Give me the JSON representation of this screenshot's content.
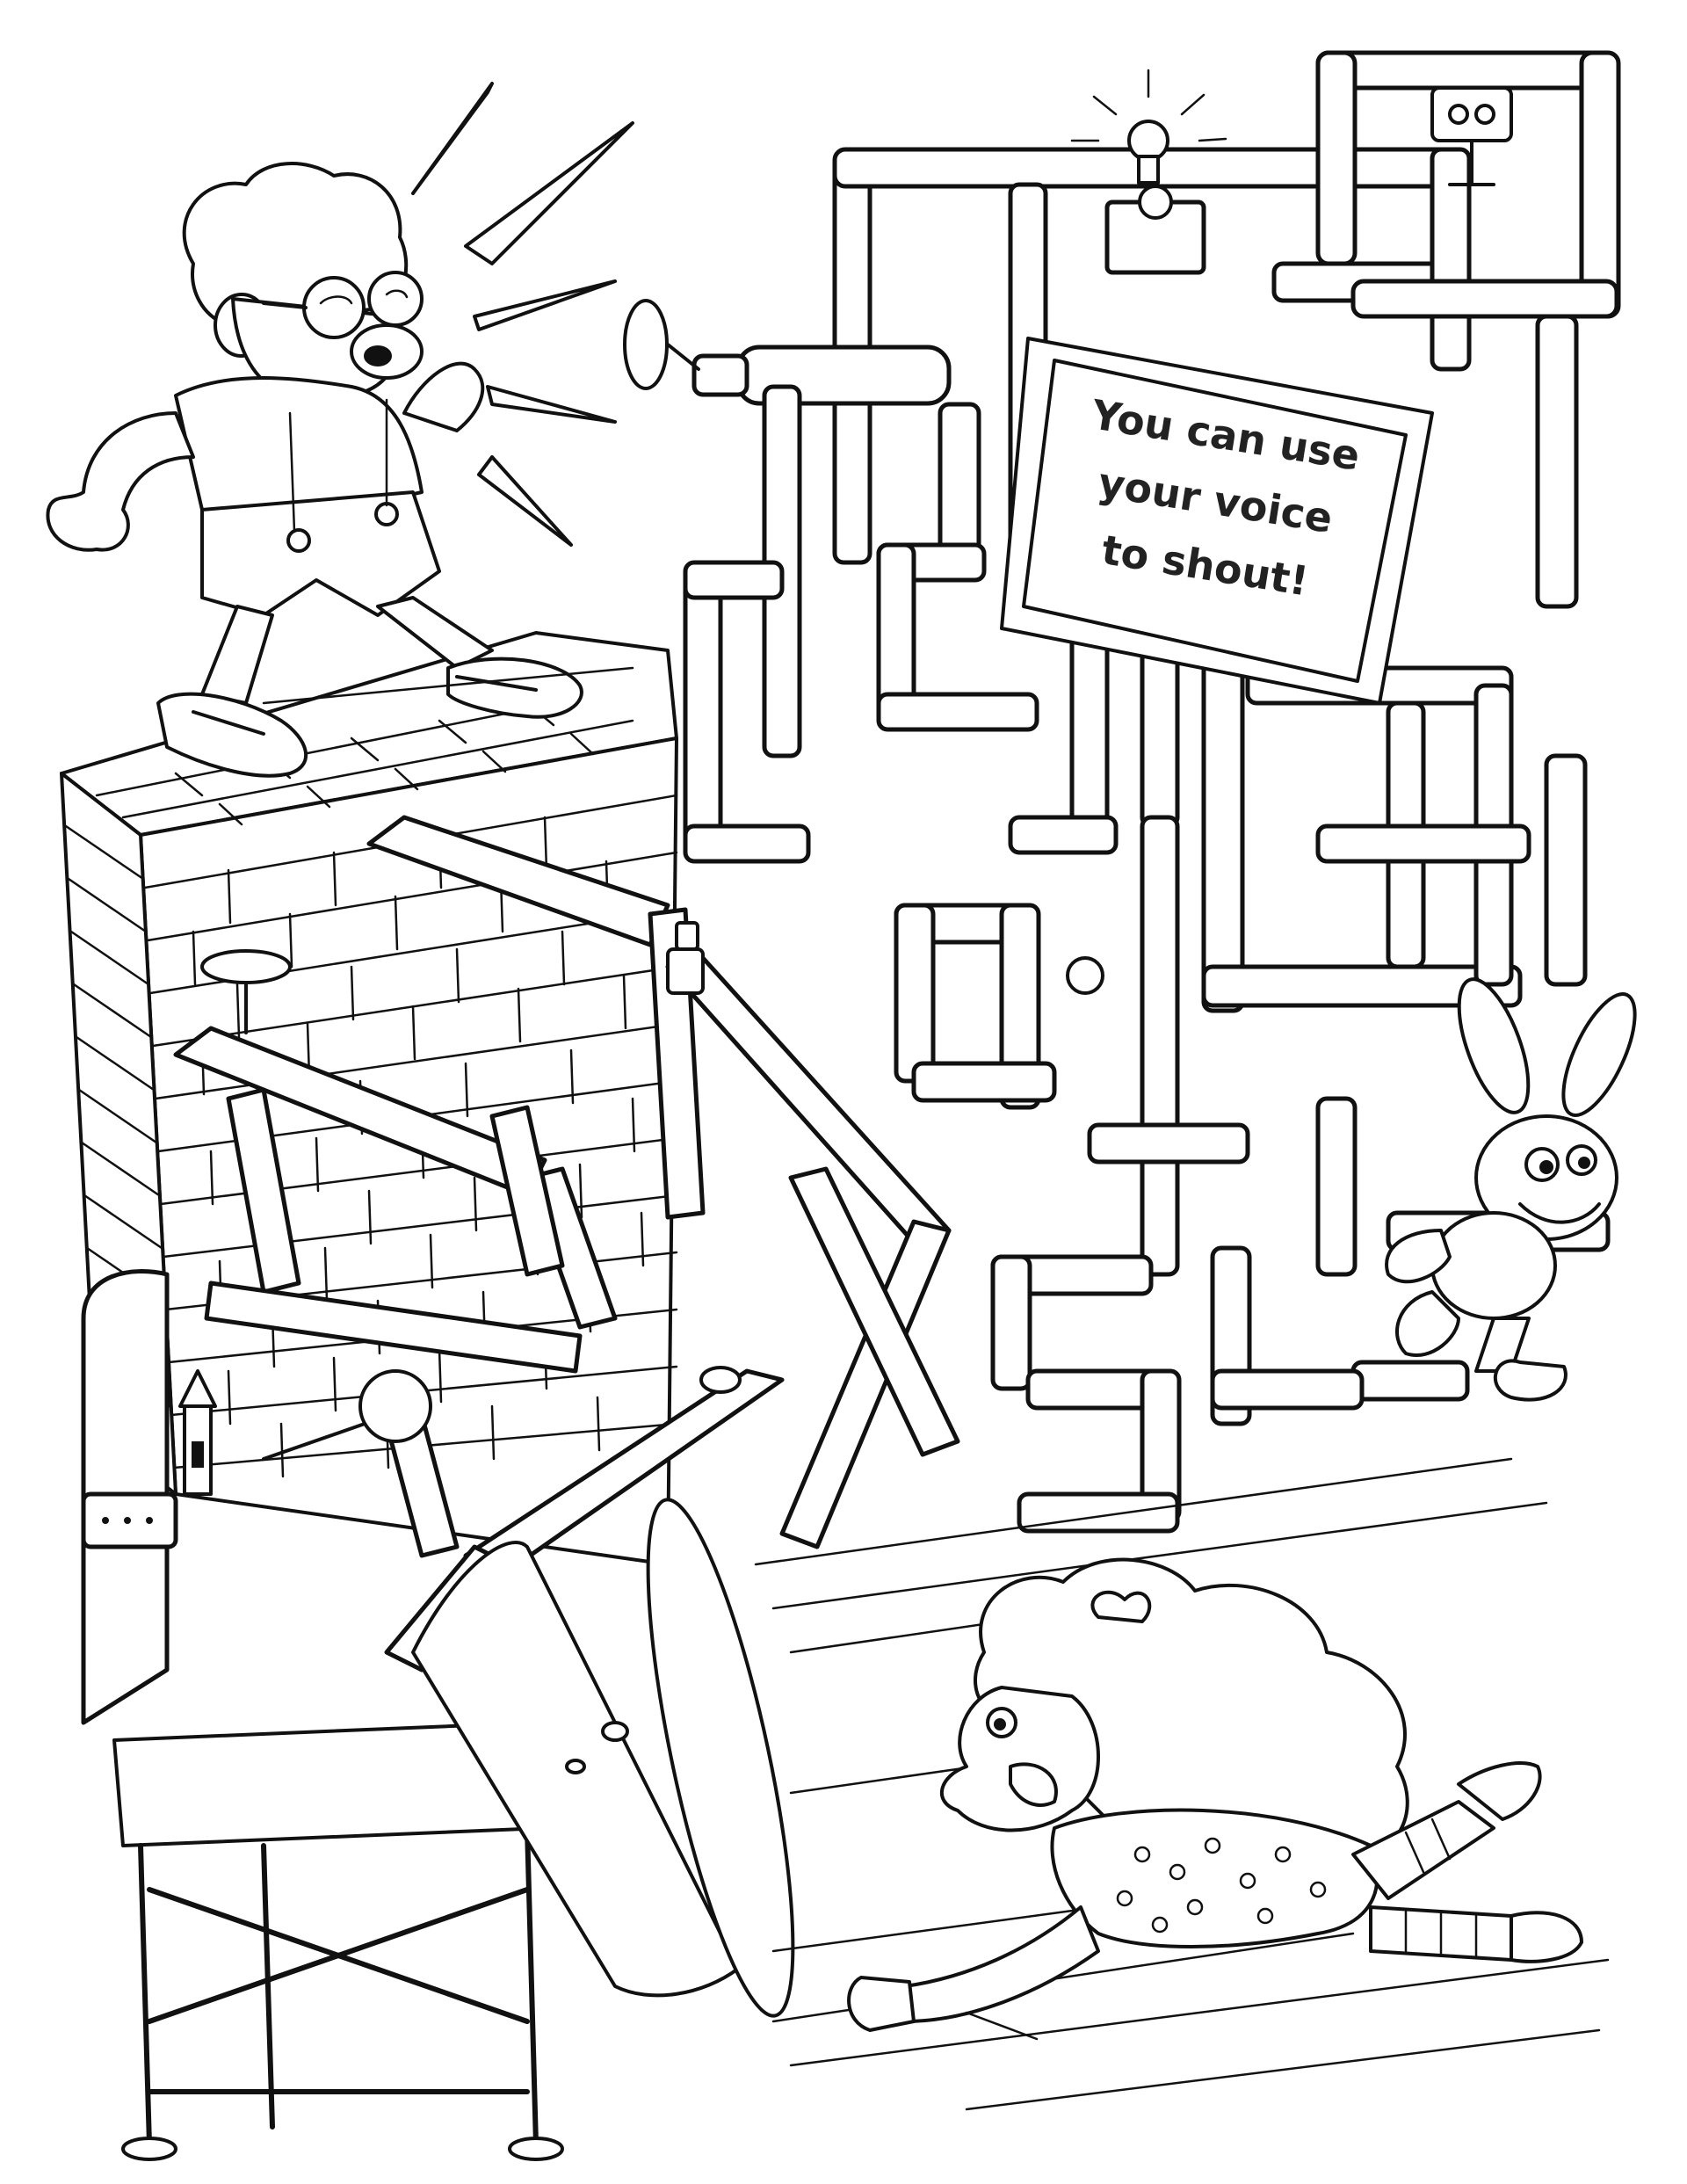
{
  "sign": {
    "lines": [
      "You can use",
      "your voice",
      "to shout!"
    ]
  }
}
